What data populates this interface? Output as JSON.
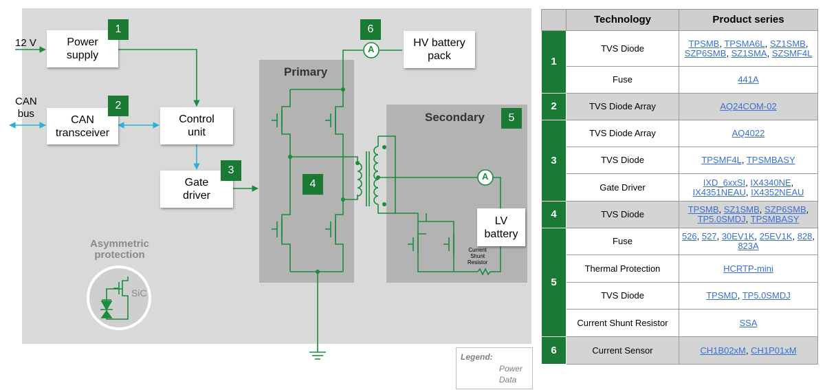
{
  "diagram": {
    "blocks": {
      "power_supply": "Power\nsupply",
      "can_transceiver": "CAN\ntransceiver",
      "control_unit": "Control\nunit",
      "gate_driver": "Gate\ndriver",
      "hv_battery": "HV battery\npack",
      "lv_battery": "LV\nbattery"
    },
    "numbers": [
      "1",
      "2",
      "3",
      "4",
      "5",
      "6"
    ],
    "inputs": {
      "v12": "12 V",
      "can_bus": "CAN\nbus"
    },
    "zones": {
      "primary": "Primary",
      "secondary": "Secondary"
    },
    "ammeter": "A",
    "shunt_label": "Current\nShunt\nResistor",
    "asym_title": "Asymmetric\nprotection",
    "sic": "SiC",
    "legend": {
      "title": "Legend:",
      "power": "Power",
      "data": "Data"
    },
    "colors": {
      "power": "#1a8c3a",
      "data": "#2ab3d6",
      "badge": "#1a7a34",
      "panel": "#d9d9d9",
      "zone": "#b3b3b3"
    }
  },
  "table": {
    "headers": [
      "Technology",
      "Product series"
    ],
    "groups": [
      {
        "num": "1",
        "rows": [
          {
            "tech": "TVS Diode",
            "products": [
              "TPSMB",
              "TPSMA6L",
              "SZ1SMB",
              "SZP6SMB",
              "SZ1SMA",
              "SZSMF4L"
            ]
          },
          {
            "tech": "Fuse",
            "products": [
              "441A"
            ]
          }
        ]
      },
      {
        "num": "2",
        "rows": [
          {
            "tech": "TVS Diode Array",
            "products": [
              "AQ24COM-02"
            ]
          }
        ]
      },
      {
        "num": "3",
        "rows": [
          {
            "tech": "TVS Diode Array",
            "products": [
              "AQ4022"
            ]
          },
          {
            "tech": "TVS Diode",
            "products": [
              "TPSMF4L",
              "TPSMBASY"
            ]
          },
          {
            "tech": "Gate Driver",
            "products": [
              "IXD_6xxSI",
              "IX4340NE",
              "IX4351NEAU",
              "IX4352NEAU"
            ]
          }
        ]
      },
      {
        "num": "4",
        "rows": [
          {
            "tech": "TVS Diode",
            "products": [
              "TPSMB",
              "SZ1SMB",
              "SZP6SMB",
              "TP5.0SMDJ",
              "TPSMBASY"
            ]
          }
        ]
      },
      {
        "num": "5",
        "rows": [
          {
            "tech": "Fuse",
            "products": [
              "526",
              "527",
              "30EV1K",
              "25EV1K",
              "828",
              "823A"
            ]
          },
          {
            "tech": "Thermal Protection",
            "products": [
              "HCRTP-mini"
            ]
          },
          {
            "tech": "TVS Diode",
            "products": [
              "TPSMD",
              "TP5.0SMDJ"
            ]
          },
          {
            "tech": "Current Shunt Resistor",
            "products": [
              "SSA"
            ]
          }
        ]
      },
      {
        "num": "6",
        "rows": [
          {
            "tech": "Current Sensor",
            "products": [
              "CH1B02xM",
              "CH1P01xM"
            ]
          }
        ]
      }
    ]
  }
}
